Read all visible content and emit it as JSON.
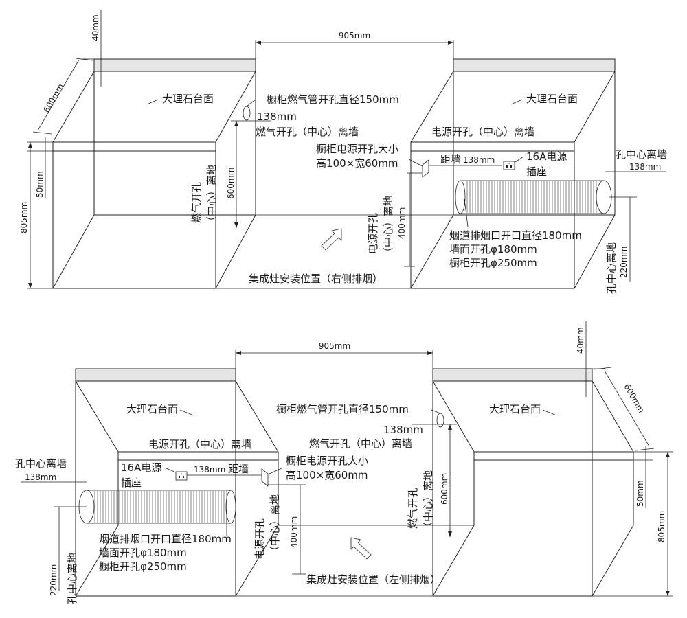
{
  "top": {
    "dim_width": "905mm",
    "dim_top_thickness": "40mm",
    "dim_depth": "600mm",
    "dim_backsplash": "50mm",
    "dim_height": "805mm",
    "marble_left": "大理石台面",
    "marble_right": "大理石台面",
    "gas_hole_label": "橱柜燃气管开孔直径150mm",
    "gas_138": "138mm",
    "gas_wall": "燃气开孔（中心）离墙",
    "gas_floor_v1": "燃气开孔",
    "gas_floor_v2": "（中心）离地",
    "gas_600": "600mm",
    "power_wall": "电源开孔（中心）离墙",
    "cab_power_1": "橱柜电源开孔大小",
    "cab_power_2": "高100×宽60mm",
    "dist_wall": "距墙",
    "dist_138": "138mm",
    "socket_1": "16A电源",
    "socket_2": "插座",
    "hole_center_wall": "孔中心离墙",
    "hole_138": "138mm",
    "power_floor_v1": "电源开孔",
    "power_floor_v2": "（中心）离地",
    "power_400": "400mm",
    "flue_1": "烟道排烟口开口直径180mm",
    "flue_2": "墙面开孔φ180mm",
    "flue_3": "橱柜开孔φ250mm",
    "hole_floor_v": "孔中心离地",
    "hole_220": "220mm",
    "install": "集成灶安装位置（右侧排烟）"
  },
  "bottom": {
    "dim_width": "905mm",
    "dim_top_thickness": "40mm",
    "dim_depth": "600mm",
    "dim_backsplash": "50mm",
    "dim_height": "805mm",
    "marble_left": "大理石台面",
    "marble_right": "大理石台面",
    "gas_hole_label": "橱柜燃气管开孔直径150mm",
    "gas_138": "138mm",
    "gas_wall": "燃气开孔（中心）离墙",
    "gas_floor_v1": "燃气开孔",
    "gas_floor_v2": "（中心）离地",
    "gas_600": "600mm",
    "power_wall": "电源开孔（中心）离墙",
    "cab_power_1": "橱柜电源开孔大小",
    "cab_power_2": "高100×宽60mm",
    "dist_wall": "距墙",
    "dist_138": "138mm",
    "socket_1": "16A电源",
    "socket_2": "插座",
    "hole_center_wall": "孔中心离墙",
    "hole_138": "138mm",
    "power_floor_v1": "电源开孔",
    "power_floor_v2": "（中心）离地",
    "power_400": "400mm",
    "flue_1": "烟道排烟口开口直径180mm",
    "flue_2": "墙面开孔φ180mm",
    "flue_3": "橱柜开孔φ250mm",
    "hole_floor_v": "孔中心离地",
    "hole_220": "220mm",
    "install": "集成灶安装位置（左侧排烟）"
  }
}
